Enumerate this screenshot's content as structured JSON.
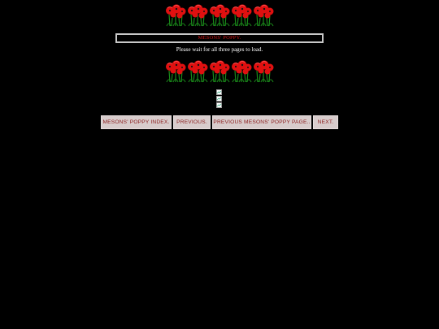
{
  "header": {
    "banner_icon": "poppy-flowers-icon"
  },
  "title_box": {
    "text": "MESONS' POPPY."
  },
  "notice": {
    "text": "Please wait for all three pages to load."
  },
  "images": {
    "broken_image_icon": "broken-image-icon",
    "count": 3
  },
  "nav": {
    "index_label": "MESONS' POPPY INDEX.",
    "previous_label": "PREVIOUS.",
    "previous_page_label": "PREVIOUS MESONS' POPPY PAGE..",
    "next_label": "NEXT."
  },
  "colors": {
    "background": "#000000",
    "title_text": "#d01818",
    "button_bg": "#d8cccc",
    "button_text": "#8a1c1c",
    "poppy_red": "#e01010",
    "stem_green": "#1a8a1a"
  }
}
